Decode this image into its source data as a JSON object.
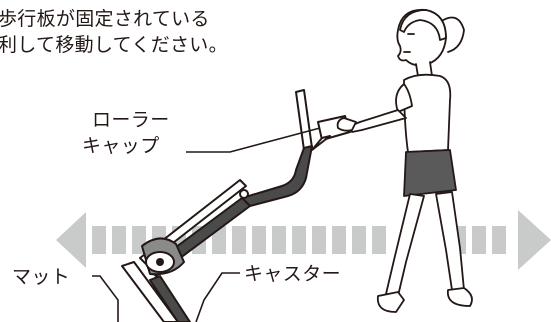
{
  "instruction": {
    "line1": "歩行板が固定されている",
    "line2": "利して移動してください。"
  },
  "labels": {
    "roller_cap_line1": "ローラー",
    "roller_cap_line2": "キャップ",
    "mat": "マット",
    "caster": "キャスター"
  },
  "colors": {
    "ink": "#231815",
    "arrow_fill": "#c9caca",
    "skirt": "#5a5a5a",
    "frame": "#4a4a4a"
  }
}
